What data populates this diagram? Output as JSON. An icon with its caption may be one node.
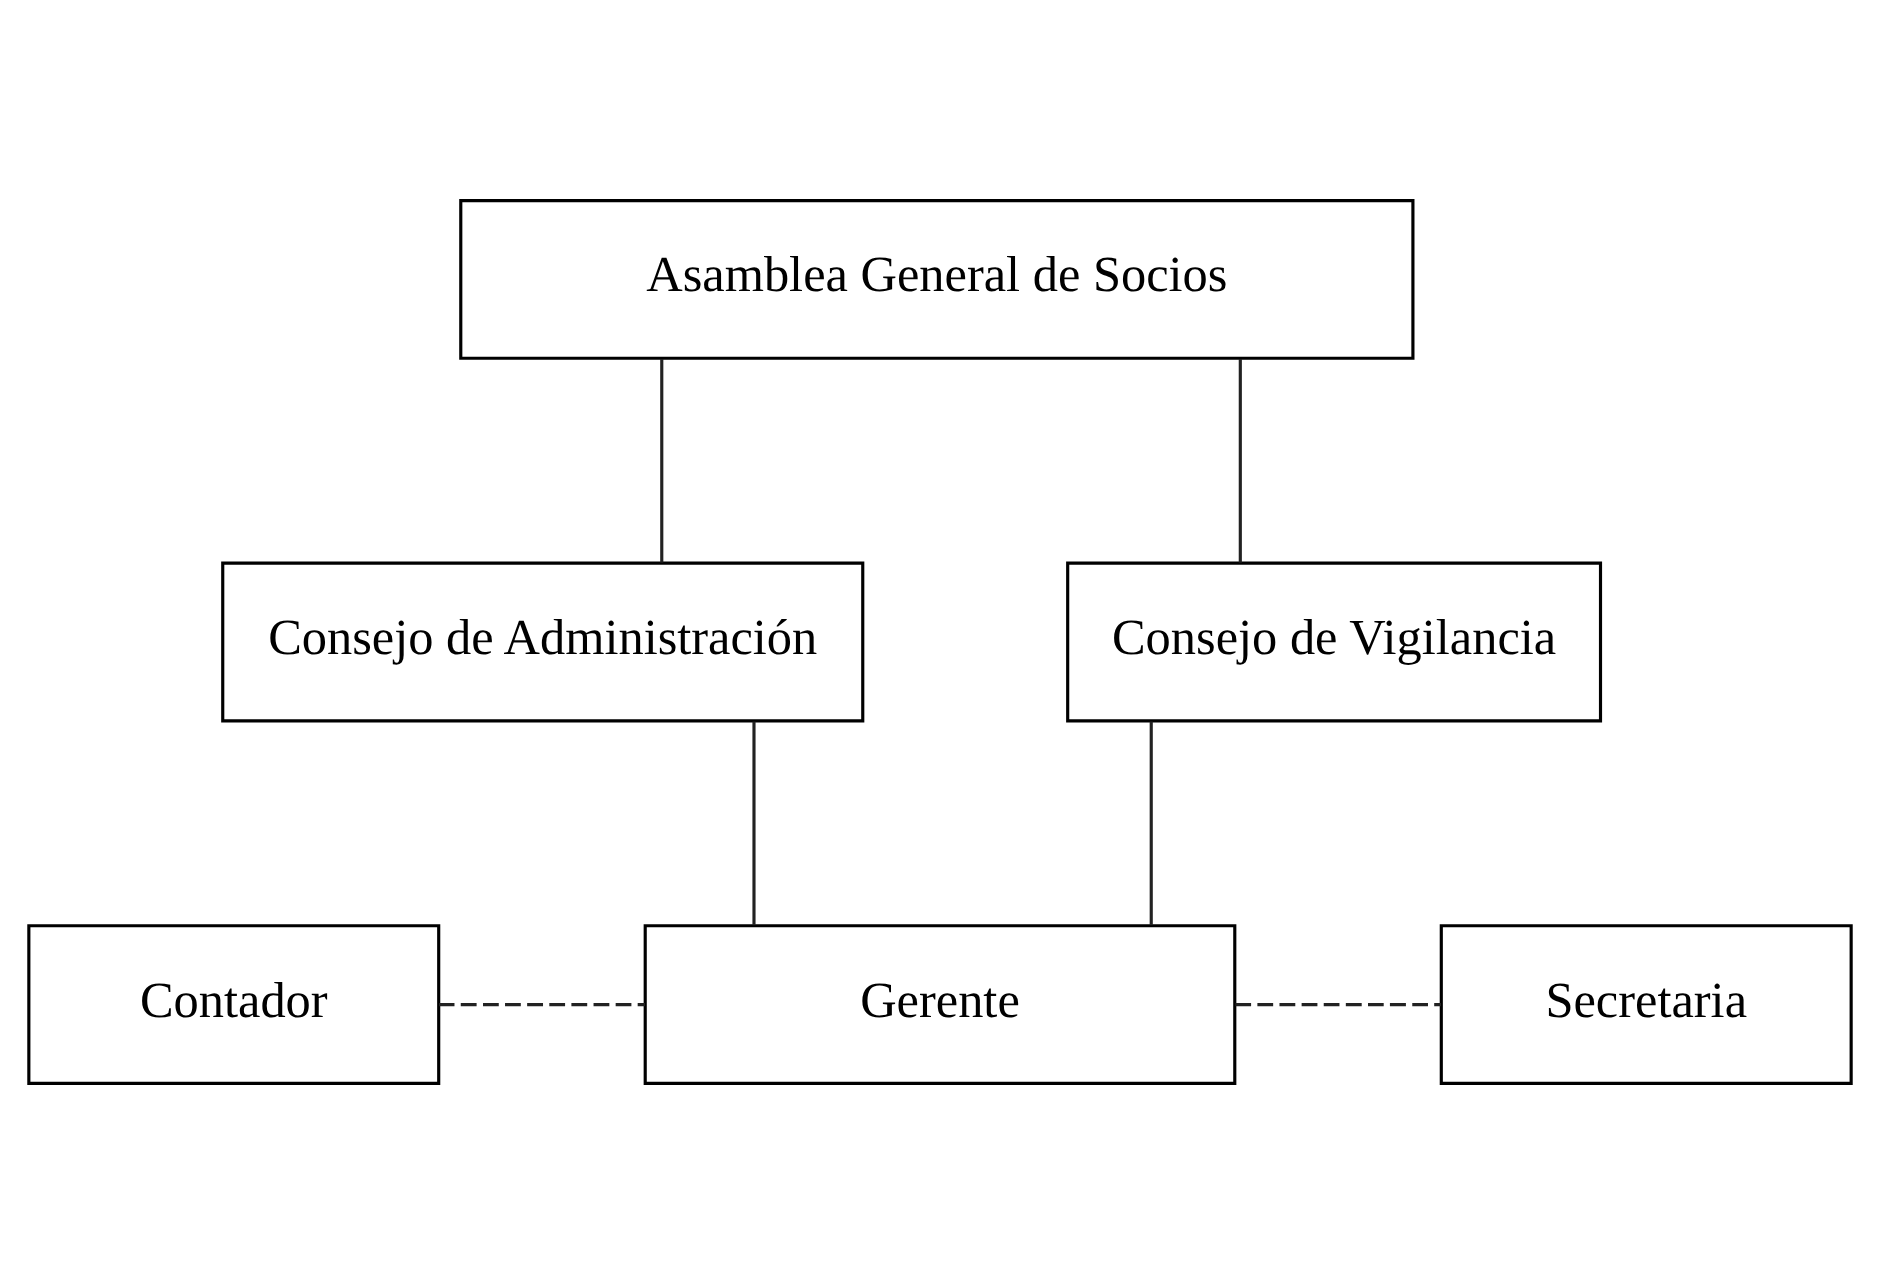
{
  "diagram": {
    "nodes": [
      {
        "text": [
          "Asamblea General de Socios"
        ]
      },
      {
        "text": [
          "Consejo de Administración"
        ]
      },
      {
        "text": [
          "Consejo de Vigilancia"
        ]
      },
      {
        "text": [
          "Contador"
        ]
      },
      {
        "text": [
          "Gerente"
        ]
      },
      {
        "text": [
          "Secretaria"
        ]
      }
    ],
    "edges": [
      {
        "from": 0,
        "to": 1,
        "arrow": "none"
      },
      {
        "from": 0,
        "to": 2,
        "arrow": "none"
      },
      {
        "from": 1,
        "to": 4,
        "arrow": "none"
      },
      {
        "from": 2,
        "to": 4,
        "arrow": "none"
      },
      {
        "from": 3,
        "to": 4,
        "arrow": "none",
        "style": "dashed"
      },
      {
        "from": 4,
        "to": 5,
        "arrow": "none",
        "style": "dashed"
      }
    ]
  }
}
